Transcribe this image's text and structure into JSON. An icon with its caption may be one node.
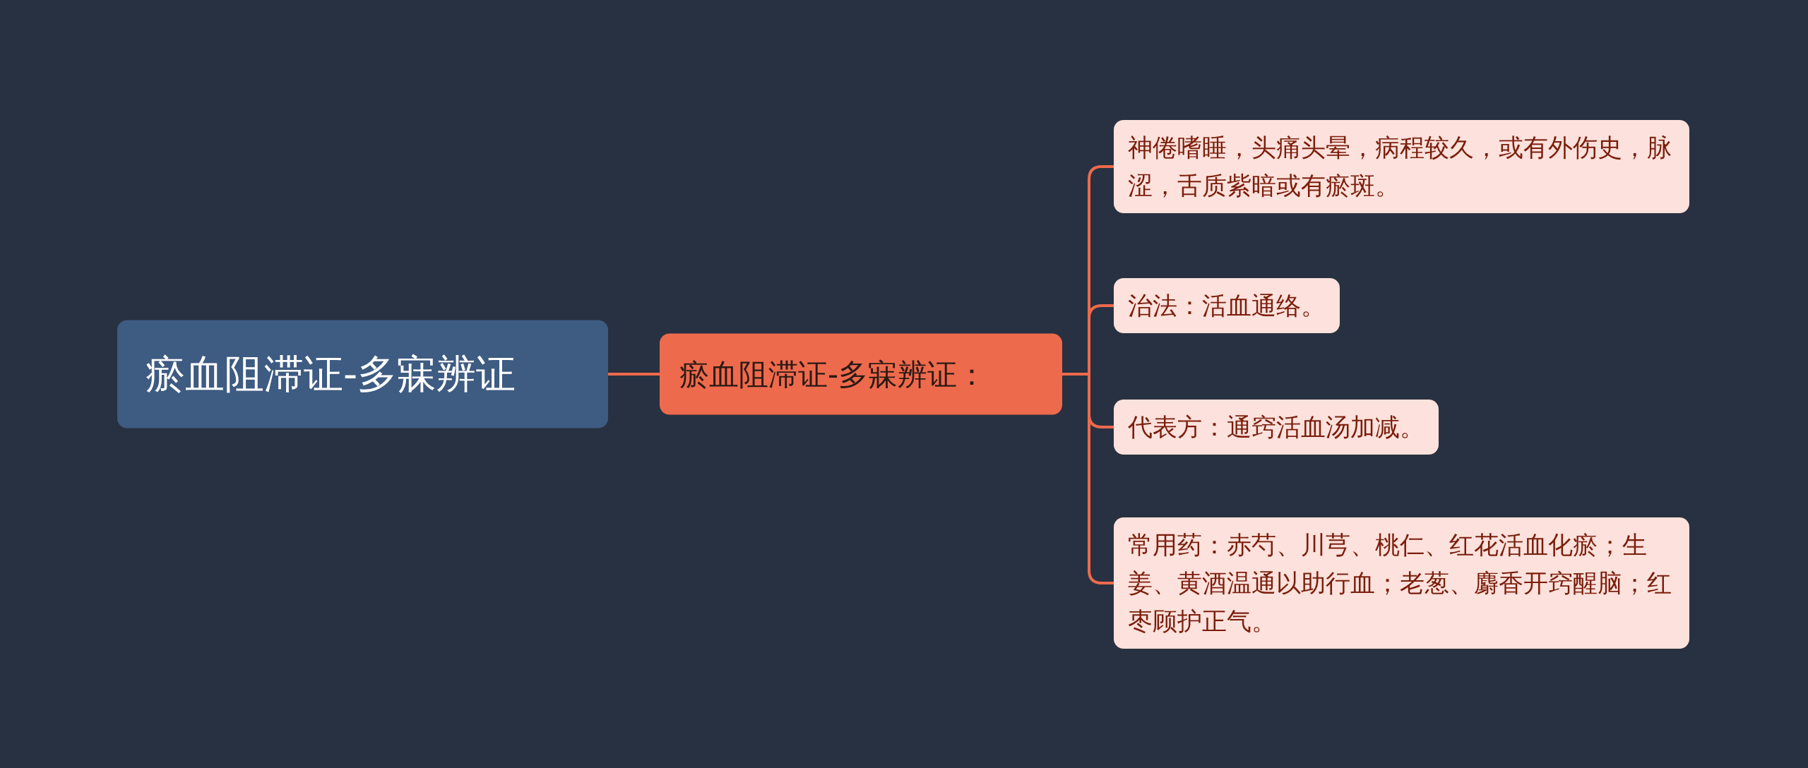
{
  "diagram": {
    "nodes": [
      {
        "text": [
          "瘀血阻滞证-多寐辨证"
        ]
      },
      {
        "text": [
          "瘀血阻滞证-多寐辨证："
        ]
      },
      {
        "text": [
          "神倦嗜睡，头痛头晕，病程较久，或有外伤史，脉涩，舌质紫暗或有瘀斑。"
        ]
      },
      {
        "text": [
          "治法：活血通络。"
        ]
      },
      {
        "text": [
          "代表方：通窍活血汤加减。"
        ]
      },
      {
        "text": [
          "常用药：赤芍、川芎、桃仁、红花活血化瘀；生姜、黄酒温通以助行血；老葱、麝香开窍醒脑；红枣顾护正气。"
        ]
      }
    ],
    "edges": [
      {
        "from": 0,
        "to": 1,
        "arrow": "none"
      },
      {
        "from": 1,
        "to": 2,
        "arrow": "none"
      },
      {
        "from": 1,
        "to": 3,
        "arrow": "none"
      },
      {
        "from": 1,
        "to": 4,
        "arrow": "none"
      },
      {
        "from": 1,
        "to": 5,
        "arrow": "none"
      }
    ]
  }
}
